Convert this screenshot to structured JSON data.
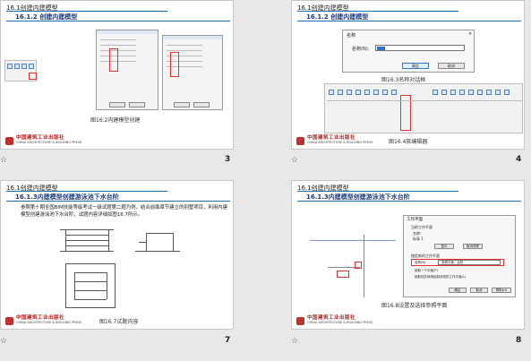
{
  "slides": [
    {
      "id": "s3",
      "header_title": "16.1创建内建模型",
      "header_sub": "16.1.2  创建内建模型",
      "caption": "图16.2内建模型创建",
      "number": "3"
    },
    {
      "id": "s4",
      "header_title": "16.1创建内建模型",
      "header_sub": "16.1.2  创建内建模型",
      "dialog": {
        "title": "名称",
        "name_label": "名称(N):",
        "ok": "确定",
        "cancel": "取消"
      },
      "caption_top": "图16.3名称对话框",
      "caption": "图16.4族编辑器",
      "number": "4"
    },
    {
      "id": "s7",
      "header_title": "16.1创建内建模型",
      "header_sub": "16.1.3内建模型创建游泳池下水台阶",
      "body": "参照第十期全国BIM技能等级考试一级试题第二题为例，结合前面章节建立的别墅项目，利用内建模型创建游泳池下水台阶，试题内容详细如图16.7所示。",
      "caption": "图16.7试题内容",
      "number": "7"
    },
    {
      "id": "s8",
      "header_title": "16.1创建内建模型",
      "header_sub": "16.1.3内建模型创建游泳池下水台阶",
      "workplane": {
        "title": "工作平面",
        "current_label": "当前工作平面",
        "name_label": "名称:",
        "name_value": "标高 1",
        "show_btn": "显示",
        "unassoc_btn": "取消关联",
        "new_label": "指定新的工作平面",
        "opt1": "名称(N)",
        "opt1_value": "参照平面 : 台阶",
        "opt2": "拾取一个平面(P)",
        "opt3": "拾取线并使用绘制该线的工作平面(L)",
        "ok": "确定",
        "cancel": "取消",
        "help": "帮助(H)"
      },
      "caption": "图16.8设置及选择参照平面",
      "number": "8"
    }
  ],
  "logo": {
    "cn": "中国建筑工业出版社",
    "en": "CHINA ARCHITECTURE & BUILDING PRESS"
  },
  "star_glyph": "☆"
}
